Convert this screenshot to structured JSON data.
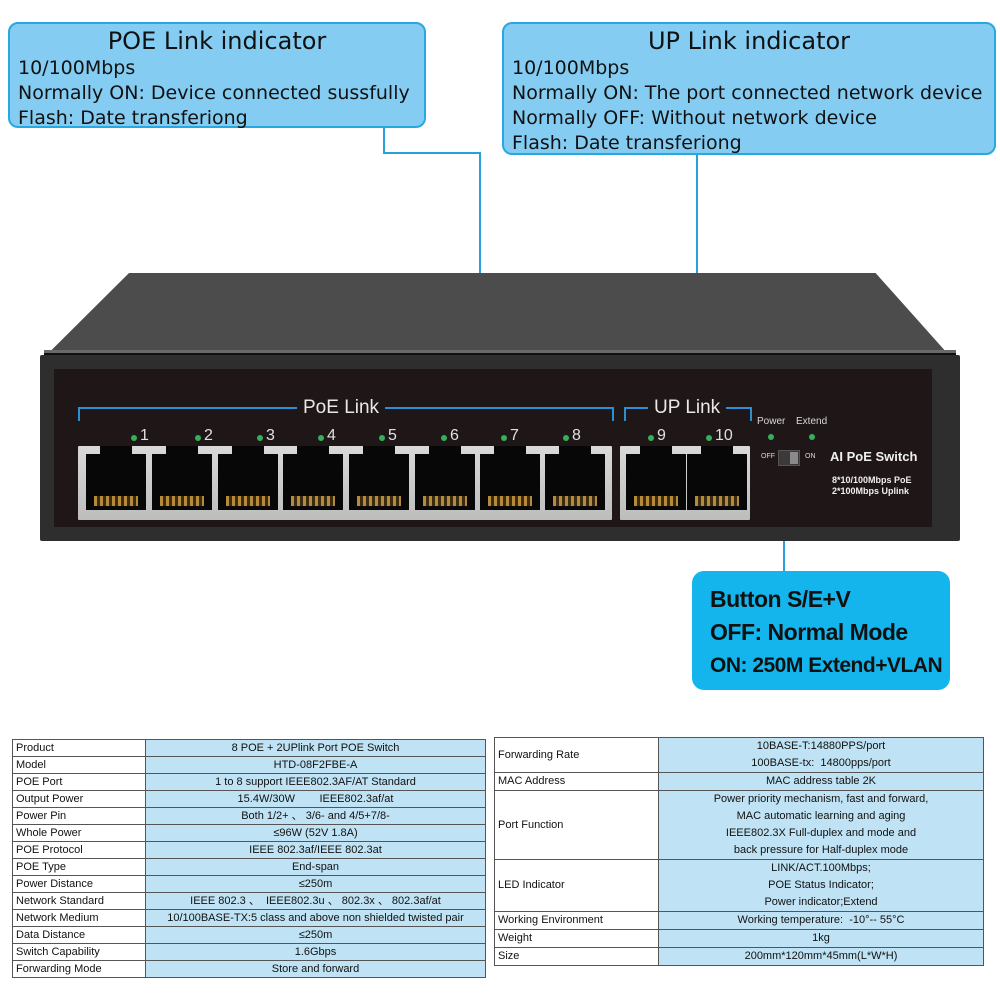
{
  "callouts": {
    "poe_link": {
      "title": "POE Link indicator",
      "lines": [
        "10/100Mbps",
        "Normally ON: Device connected sussfully",
        "Flash: Date transferiong"
      ]
    },
    "up_link": {
      "title": "UP Link indicator",
      "lines": [
        "10/100Mbps",
        "Normally ON: The port connected network device",
        "Normally OFF: Without network device",
        "Flash: Date transferiong"
      ]
    },
    "button": {
      "lines": [
        "Button S/E+V",
        "OFF: Normal Mode",
        "ON: 250M Extend+VLAN"
      ]
    }
  },
  "device": {
    "poe_group_label": "PoE Link",
    "uplink_group_label": "UP Link",
    "poe_ports": [
      "1",
      "2",
      "3",
      "4",
      "5",
      "6",
      "7",
      "8"
    ],
    "uplink_ports": [
      "9",
      "10"
    ],
    "power_label": "Power",
    "extend_label": "Extend",
    "switch_off_label": "OFF",
    "switch_on_label": "ON",
    "brand": "AI PoE Switch",
    "spec_line1": "8*10/100Mbps PoE",
    "spec_line2": "2*100Mbps Uplink",
    "led_color": "#35b05a"
  },
  "spec_left": [
    {
      "key": "Product",
      "value": "8 POE + 2UPlink Port POE Switch"
    },
    {
      "key": "Model",
      "value": "HTD-08F2FBE-A"
    },
    {
      "key": "POE Port",
      "value": "1 to 8 support IEEE802.3AF/AT Standard"
    },
    {
      "key": "Output Power",
      "value": "15.4W/30W        IEEE802.3af/at"
    },
    {
      "key": "Power Pin",
      "value": "Both 1/2+ 、 3/6- and 4/5+7/8-"
    },
    {
      "key": "Whole Power",
      "value": "≤96W (52V 1.8A)"
    },
    {
      "key": "POE Protocol",
      "value": "IEEE 802.3af/IEEE 802.3at"
    },
    {
      "key": "POE Type",
      "value": "End-span"
    },
    {
      "key": "Power Distance",
      "value": "≤250m"
    },
    {
      "key": "Network Standard",
      "value": "IEEE 802.3 、  IEEE802.3u 、 802.3x 、 802.3af/at"
    },
    {
      "key": "Network Medium",
      "value": "10/100BASE-TX:5 class and above non shielded twisted pair"
    },
    {
      "key": "Data Distance",
      "value": "≤250m"
    },
    {
      "key": "Switch Capability",
      "value": "1.6Gbps"
    },
    {
      "key": "Forwarding Mode",
      "value": "Store and forward"
    }
  ],
  "spec_right": [
    {
      "key": "Forwarding Rate",
      "value": [
        "10BASE-T:14880PPS/port",
        "100BASE-tx:  14800pps/port"
      ]
    },
    {
      "key": "MAC Address",
      "value": [
        "MAC address table 2K"
      ]
    },
    {
      "key": "Port Function",
      "value": [
        "Power priority mechanism, fast and forward,",
        "MAC automatic learning and aging",
        "IEEE802.3X Full-duplex and mode and",
        "back pressure for Half-duplex mode"
      ]
    },
    {
      "key": "LED Indicator",
      "value": [
        "LINK/ACT.100Mbps;",
        "POE Status Indicator;",
        "Power indicator;Extend"
      ]
    },
    {
      "key": "Working Environment",
      "value": [
        "Working temperature:  -10°-- 55°C"
      ]
    },
    {
      "key": "Weight",
      "value": [
        "1kg"
      ]
    },
    {
      "key": "Size",
      "value": [
        "200mm*120mm*45mm(L*W*H)"
      ]
    }
  ]
}
